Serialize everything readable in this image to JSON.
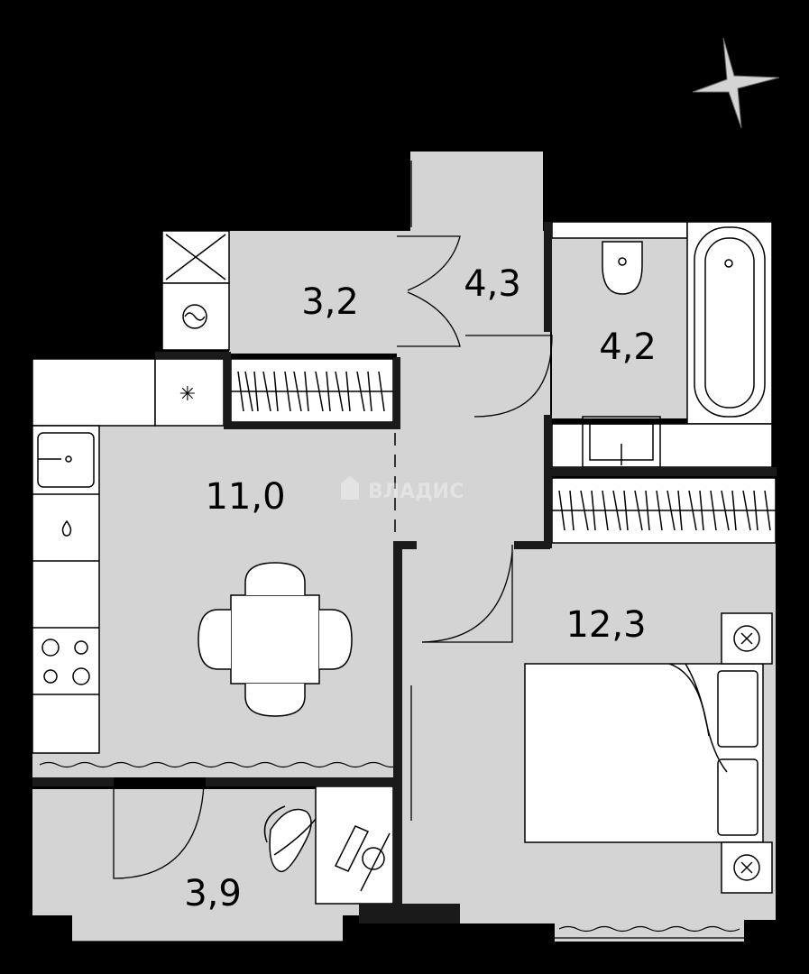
{
  "rooms": [
    {
      "id": "storage",
      "area": "3,2"
    },
    {
      "id": "hall",
      "area": "4,3"
    },
    {
      "id": "bathroom",
      "area": "4,2"
    },
    {
      "id": "kitchen",
      "area": "11,0"
    },
    {
      "id": "bedroom",
      "area": "12,3"
    },
    {
      "id": "balcony",
      "area": "3,9"
    }
  ],
  "watermark": "ВЛАДИС",
  "colors": {
    "background": "#000000",
    "floor": "#d4d4d4",
    "wall": "#1a1a1a",
    "fixture": "#ffffff",
    "line": "#000000"
  }
}
